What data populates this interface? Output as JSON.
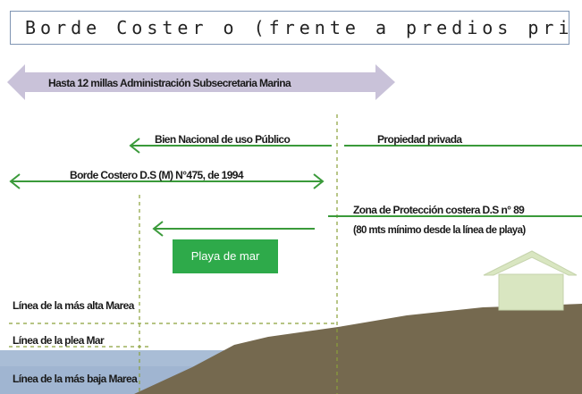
{
  "title": "Borde Coster o (frente a predios privados)",
  "labels": {
    "administracion": "Hasta 12 millas  Administración Subsecretaria Marina",
    "bien_nacional": "Bien Nacional de uso Público",
    "propiedad_privada": "Propiedad privada",
    "borde_costero": "Borde Costero D.S (M) N°475, de 1994",
    "zona_proteccion_line1": "Zona de Protección costera D.S n° 89",
    "zona_proteccion_line2": "(80 mts mínimo desde la línea de playa)",
    "playa_de_mar": "Playa de mar",
    "linea_mas_alta_marea": "Línea de la más alta Marea",
    "linea_plea_mar": "Línea de la plea Mar",
    "linea_mas_baja_marea": "Línea de la más baja Marea"
  },
  "colors": {
    "arrow_green": "#3a9a3a",
    "admin_arrow": "#c9c2d9",
    "playa_box": "#2eaa4a",
    "dashed_line": "#8aa03a",
    "ground": "#75694f",
    "water": "#a9bdd6",
    "house": "#d9e6c1"
  }
}
